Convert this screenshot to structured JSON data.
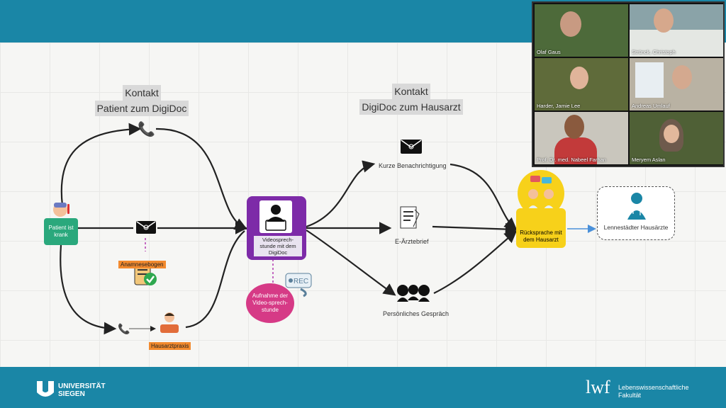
{
  "headings": {
    "left": [
      "Kontakt",
      "Patient zum DigiDoc"
    ],
    "right": [
      "Kontakt",
      "DigiDoc zum Hausarzt"
    ]
  },
  "nodes": {
    "patient": "Patient ist krank",
    "anamnese": "Anamnesebogen",
    "hausarztpraxis": "Hausarztpraxis",
    "digidoc": "Videosprech-stunde mit dem DigiDoc",
    "aufnahme": "Aufnahme der Video-sprech-stunde",
    "rec": "REC",
    "kurze": "Kurze Benachrichtigung",
    "earzt": "E-Ärztebrief",
    "gespraech": "Persönliches Gespräch",
    "rueckspache": "Rücksprache mit dem Hausarzt",
    "lennestadt": "Lennestädter Hausärzte"
  },
  "video": {
    "participants": [
      {
        "name": "Olaf Gaus",
        "bg": "#4d6a3a"
      },
      {
        "name": "Strünck, Christoph",
        "bg": "#8aa3a8"
      },
      {
        "name": "Harder, Jamie Lee",
        "bg": "#5f6b3a"
      },
      {
        "name": "Andreas Umlauf",
        "bg": "#b9b2a3"
      },
      {
        "name": "Prof. Dr. med. Nabeel Farhan",
        "bg": "#c9c6bd"
      },
      {
        "name": "Meryem Aslan",
        "bg": "#4f6036"
      }
    ]
  },
  "footer": {
    "left_logo": [
      "UNIVERSITÄT",
      "SIEGEN"
    ],
    "right_mark": "lwf",
    "right_text": [
      "Lebenswissenschaftliche",
      "Fakultät"
    ]
  },
  "colors": {
    "bar": "#1a86a6",
    "patient": "#2aa87c",
    "digidoc": "#7d2ba8",
    "aufnahme": "#d63a86",
    "rueckspache": "#f7d11a",
    "tag": "#f28a2e"
  }
}
